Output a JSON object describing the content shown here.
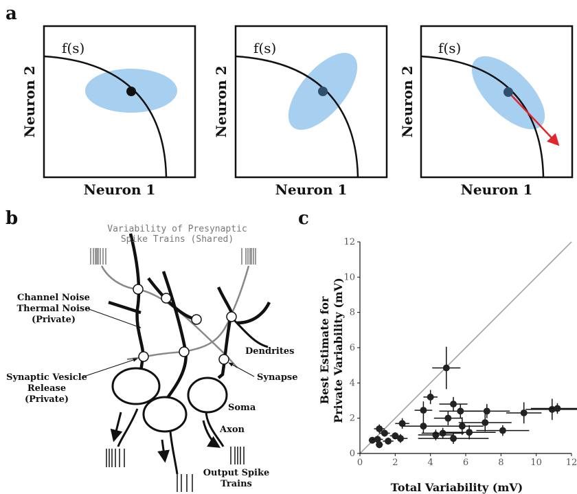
{
  "panel_a": {
    "letter": "a",
    "subpanels": [
      {
        "curve_label": "f(s)",
        "xlabel": "Neuron 1",
        "ylabel": "Neuron 2"
      },
      {
        "curve_label": "f(s)",
        "xlabel": "Neuron 1",
        "ylabel": "Neuron 2"
      },
      {
        "curve_label": "f(s)",
        "xlabel": "Neuron 1",
        "ylabel": "Neuron 2"
      }
    ],
    "colors": {
      "ellipse": "#a7cff0",
      "arrow": "#e0262b",
      "curve": "#111111"
    }
  },
  "panel_b": {
    "letter": "b",
    "labels": {
      "shared_line1": "Variability of Presynaptic",
      "shared_line2": "Spike Trains (Shared)",
      "channel_line1": "Channel Noise",
      "channel_line2": "Thermal Noise",
      "channel_line3": "(Private)",
      "vesicle_line1": "Synaptic Vesicle",
      "vesicle_line2": "Release",
      "vesicle_line3": "(Private)",
      "dendrites": "Dendrites",
      "synapse": "Synapse",
      "soma": "Soma",
      "axon": "Axon",
      "output_line1": "Output Spike",
      "output_line2": "Trains"
    }
  },
  "panel_c": {
    "letter": "c",
    "chart_data": {
      "type": "scatter",
      "xlabel": "Total Variability (mV)",
      "ylabel_line1": "Best Estimate for",
      "ylabel_line2": "Private Variability (mV)",
      "xlim": [
        0,
        12
      ],
      "ylim": [
        0,
        12
      ],
      "xticks": [
        0,
        2,
        4,
        6,
        8,
        10,
        12
      ],
      "yticks": [
        0,
        2,
        4,
        6,
        8,
        10,
        12
      ],
      "identity_line": true,
      "points": [
        {
          "x": 0.7,
          "y": 0.75,
          "xerr": 0.2,
          "yerr": 0.15
        },
        {
          "x": 1.1,
          "y": 0.5,
          "xerr": 0.2,
          "yerr": 0.2
        },
        {
          "x": 1.1,
          "y": 1.4,
          "xerr": 0.3,
          "yerr": 0.25
        },
        {
          "x": 1.0,
          "y": 0.8,
          "xerr": 0.3,
          "yerr": 0.2
        },
        {
          "x": 1.4,
          "y": 1.15,
          "xerr": 0.3,
          "yerr": 0.2
        },
        {
          "x": 1.6,
          "y": 0.7,
          "xerr": 0.3,
          "yerr": 0.2
        },
        {
          "x": 2.0,
          "y": 1.0,
          "xerr": 0.3,
          "yerr": 0.2
        },
        {
          "x": 2.3,
          "y": 0.85,
          "xerr": 0.4,
          "yerr": 0.25
        },
        {
          "x": 2.4,
          "y": 1.7,
          "xerr": 0.4,
          "yerr": 0.3
        },
        {
          "x": 3.6,
          "y": 2.45,
          "xerr": 0.5,
          "yerr": 0.5
        },
        {
          "x": 3.6,
          "y": 1.55,
          "xerr": 1.2,
          "yerr": 0.4
        },
        {
          "x": 4.0,
          "y": 3.2,
          "xerr": 0.4,
          "yerr": 0.4
        },
        {
          "x": 4.3,
          "y": 1.05,
          "xerr": 1.0,
          "yerr": 0.3
        },
        {
          "x": 4.7,
          "y": 1.15,
          "xerr": 1.2,
          "yerr": 0.3
        },
        {
          "x": 4.9,
          "y": 4.85,
          "xerr": 0.8,
          "yerr": 1.2
        },
        {
          "x": 5.0,
          "y": 2.0,
          "xerr": 0.8,
          "yerr": 0.4
        },
        {
          "x": 5.3,
          "y": 2.8,
          "xerr": 0.8,
          "yerr": 0.4
        },
        {
          "x": 5.3,
          "y": 0.85,
          "xerr": 2.0,
          "yerr": 0.3
        },
        {
          "x": 5.7,
          "y": 2.4,
          "xerr": 1.2,
          "yerr": 0.4
        },
        {
          "x": 5.8,
          "y": 1.55,
          "xerr": 1.2,
          "yerr": 0.5
        },
        {
          "x": 6.2,
          "y": 1.2,
          "xerr": 1.5,
          "yerr": 0.4
        },
        {
          "x": 7.1,
          "y": 1.75,
          "xerr": 1.5,
          "yerr": 0.5
        },
        {
          "x": 7.2,
          "y": 2.4,
          "xerr": 1.3,
          "yerr": 0.4
        },
        {
          "x": 8.1,
          "y": 1.3,
          "xerr": 1.5,
          "yerr": 0.3
        },
        {
          "x": 9.3,
          "y": 2.3,
          "xerr": 1.0,
          "yerr": 0.6
        },
        {
          "x": 10.9,
          "y": 2.5,
          "xerr": 1.5,
          "yerr": 0.6
        },
        {
          "x": 11.2,
          "y": 2.55,
          "xerr": 1.5,
          "yerr": 0.3
        }
      ]
    }
  }
}
